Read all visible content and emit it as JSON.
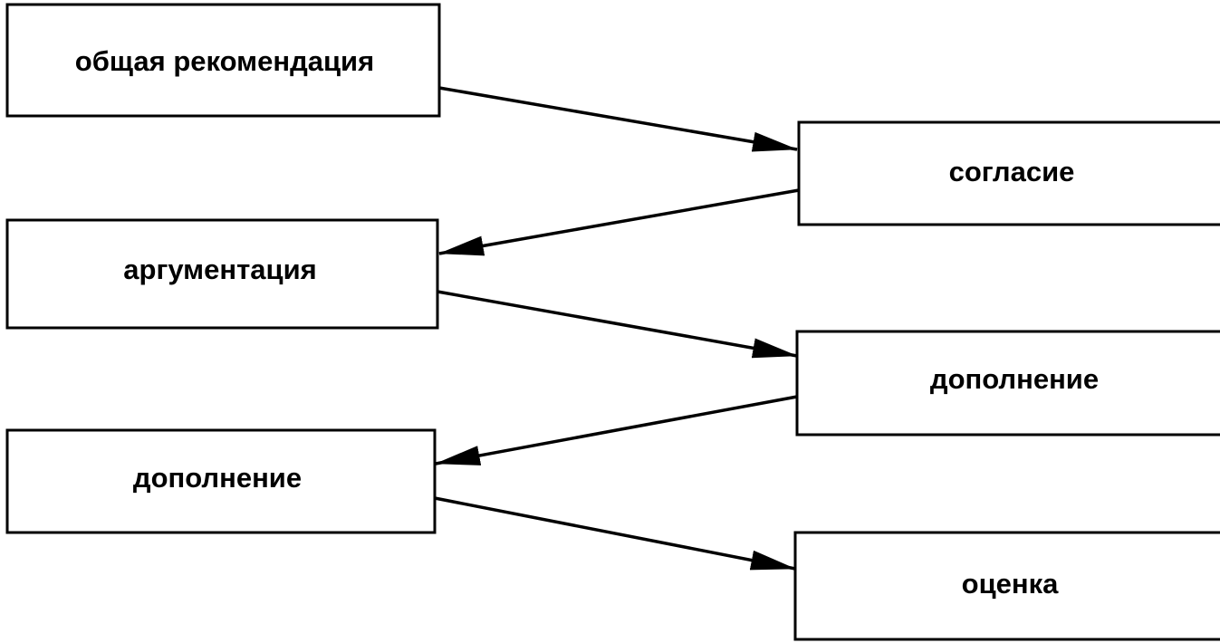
{
  "diagram": {
    "left": [
      {
        "label": "общая рекомендация"
      },
      {
        "label": "аргументация"
      },
      {
        "label": "дополнение"
      }
    ],
    "right": [
      {
        "label": "согласие"
      },
      {
        "label": "дополнение"
      },
      {
        "label": "оценка"
      }
    ],
    "edges": [
      {
        "from": "общая рекомендация",
        "to": "согласие"
      },
      {
        "from": "согласие",
        "to": "аргументация"
      },
      {
        "from": "аргументация",
        "to": "дополнение"
      },
      {
        "from": "дополнение",
        "to": "дополнение"
      },
      {
        "from": "дополнение",
        "to": "оценка"
      }
    ]
  }
}
